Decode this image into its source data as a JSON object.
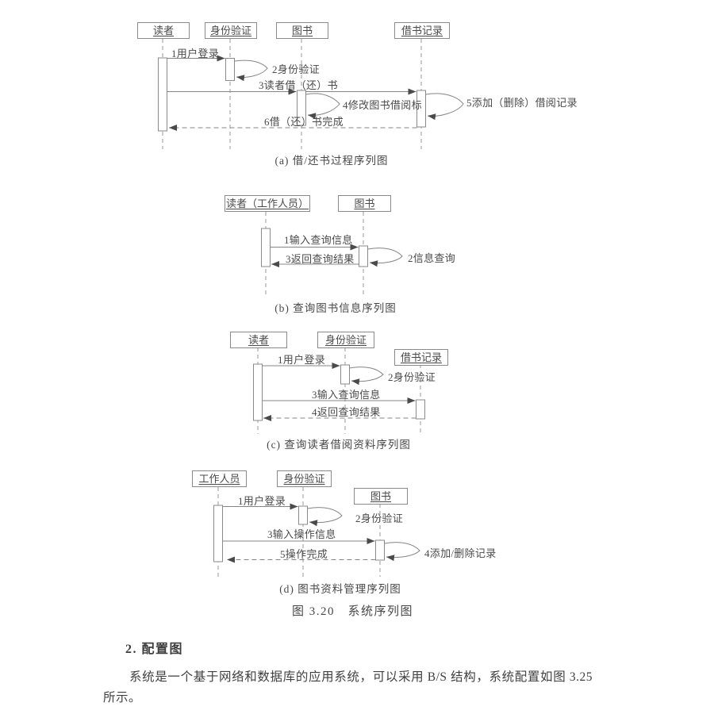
{
  "colors": {
    "ink": "#474747",
    "line": "#8a8a8a",
    "arrow": "#4a4a4a",
    "paper": "#ffffff"
  },
  "diagram_a": {
    "caption": "(a) 借/还书过程序列图",
    "actors": [
      "读者",
      "身份验证",
      "图书",
      "借书记录"
    ],
    "messages": [
      "1用户登录",
      "2身份验证",
      "3读者借（还）书",
      "4修改图书借阅标",
      "5添加（删除）借阅记录",
      "6借（还）书完成"
    ]
  },
  "diagram_b": {
    "caption": "(b) 查询图书信息序列图",
    "actors": [
      "读者（工作人员）",
      "图书"
    ],
    "messages": [
      "1输入查询信息",
      "2信息查询",
      "3返回查询结果"
    ]
  },
  "diagram_c": {
    "caption": "(c) 查询读者借阅资料序列图",
    "actors": [
      "读者",
      "身份验证",
      "借书记录"
    ],
    "messages": [
      "1用户登录",
      "2身份验证",
      "3输入查询信息",
      "4返回查询结果"
    ]
  },
  "diagram_d": {
    "caption": "(d) 图书资料管理序列图",
    "actors": [
      "工作人员",
      "身份验证",
      "图书"
    ],
    "messages": [
      "1用户登录",
      "2身份验证",
      "3输入操作信息",
      "4添加/删除记录",
      "5操作完成"
    ]
  },
  "page": {
    "figure_caption": "图 3.20　系统序列图",
    "section_heading": "2. 配置图",
    "paragraph": {
      "line1": "系统是一个基于网络和数据库的应用系统，可以采用 B/S 结构，系统配置如图 3.25",
      "line2": "所示。"
    }
  }
}
